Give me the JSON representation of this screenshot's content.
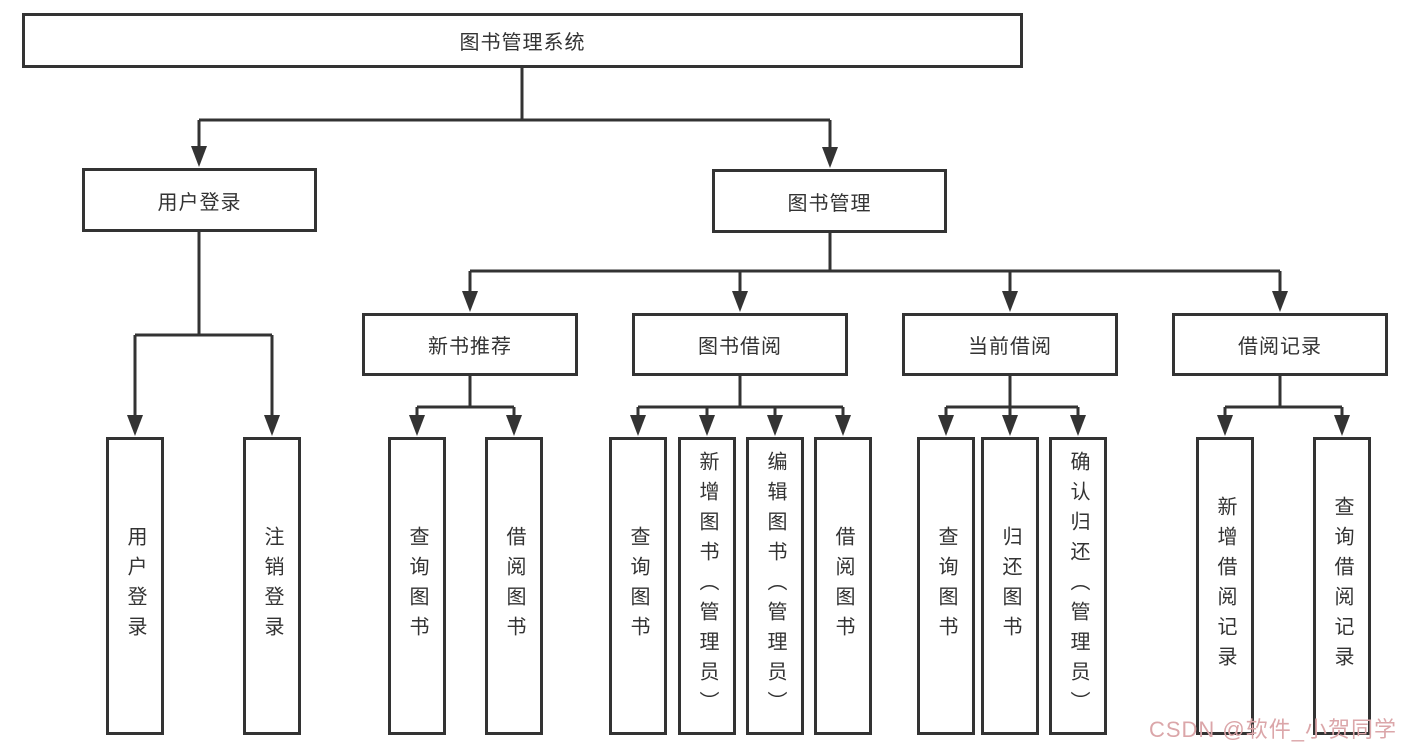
{
  "watermark": "CSDN @软件_小贺同学",
  "colors": {
    "line": "#333333",
    "text": "#333333",
    "background": "#ffffff",
    "watermark": "#dba6a9"
  },
  "tree": {
    "label": "图书管理系统",
    "children": [
      {
        "label": "用户登录",
        "children": [
          {
            "label": "用户登录"
          },
          {
            "label": "注销登录"
          }
        ]
      },
      {
        "label": "图书管理",
        "children": [
          {
            "label": "新书推荐",
            "children": [
              {
                "label": "查询图书"
              },
              {
                "label": "借阅图书"
              }
            ]
          },
          {
            "label": "图书借阅",
            "children": [
              {
                "label": "查询图书"
              },
              {
                "label": "新增图书（管理员）"
              },
              {
                "label": "编辑图书（管理员）"
              },
              {
                "label": "借阅图书"
              }
            ]
          },
          {
            "label": "当前借阅",
            "children": [
              {
                "label": "查询图书"
              },
              {
                "label": "归还图书"
              },
              {
                "label": "确认归还（管理员）"
              }
            ]
          },
          {
            "label": "借阅记录",
            "children": [
              {
                "label": "新增借阅记录"
              },
              {
                "label": "查询借阅记录"
              }
            ]
          }
        ]
      }
    ]
  }
}
